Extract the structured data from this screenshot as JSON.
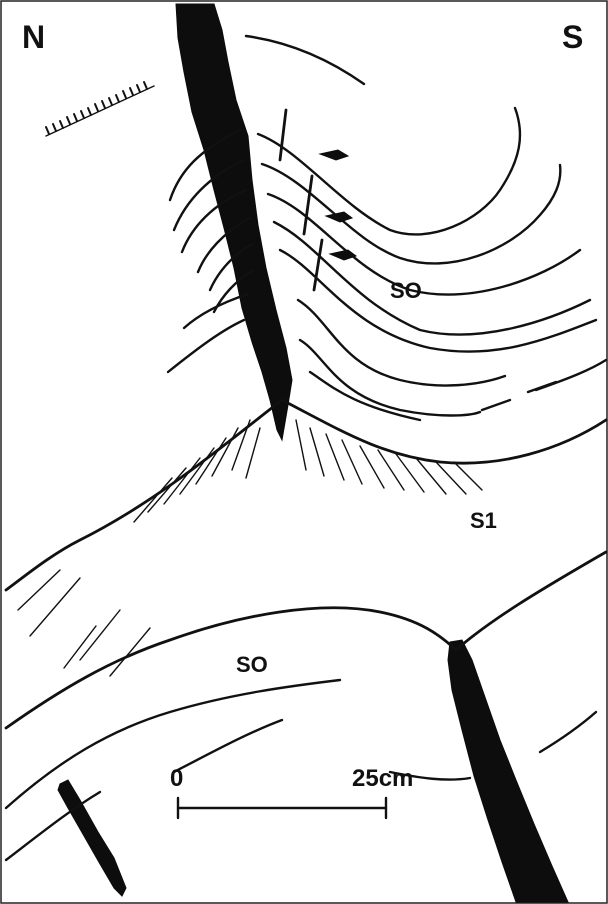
{
  "orientation": {
    "left": "N",
    "right": "S"
  },
  "labels": {
    "upper_bedding": "SO",
    "cleavage": "S1",
    "lower_bedding": "SO"
  },
  "scale_bar": {
    "start": "0",
    "end": "25cm"
  }
}
